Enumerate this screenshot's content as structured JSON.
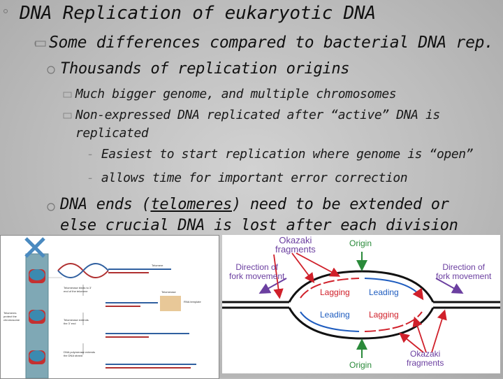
{
  "slide": {
    "title": "DNA Replication of eukaryotic DNA",
    "level1": "Some differences compared to bacterial DNA rep.",
    "level2a": "Thousands of replication origins",
    "level3a": "Much bigger genome, and multiple chromosomes",
    "level3b_line1": "Non-expressed DNA replicated after “active” DNA is",
    "level3b_line2": "replicated",
    "level4a": "Easiest to start replication where genome is “open”",
    "level4b": "allows time for important error correction",
    "level2b_part1": "DNA ends (",
    "level2b_underlined": "telomeres",
    "level2b_part2": ") need to be extended or",
    "level2b_line2": "else crucial DNA is lost after each division"
  },
  "figure_right": {
    "okazaki_top": [
      "Okazaki",
      "fragments"
    ],
    "origin_top": "Origin",
    "direction_left": [
      "Direction of",
      "fork movement"
    ],
    "direction_right": [
      "Direction of",
      "fork movement"
    ],
    "lagging_top": "Lagging",
    "leading_top": "Leading",
    "leading_bottom": "Leading",
    "lagging_bottom": "Lagging",
    "okazaki_bottom": [
      "Okazaki",
      "fragments"
    ],
    "origin_bottom": "Origin"
  },
  "figure_left": {
    "label_telomere": "Telomere",
    "label_telomerase": "Telomerase",
    "label_template": "RNA template",
    "caption1": [
      "Telomerase binds to 3'",
      "end of the telomere"
    ],
    "caption2": [
      "Telomerase extends",
      "the 3' end"
    ],
    "caption3": [
      "DNA polymerase extends",
      "the DNA strand"
    ],
    "side_label": [
      "Telomeres",
      "protect the",
      "chromosome"
    ]
  },
  "colors": {
    "purple": "#6b3fa0",
    "red": "#d0202a",
    "green": "#2a8a3a",
    "blue": "#1e5cbf"
  }
}
